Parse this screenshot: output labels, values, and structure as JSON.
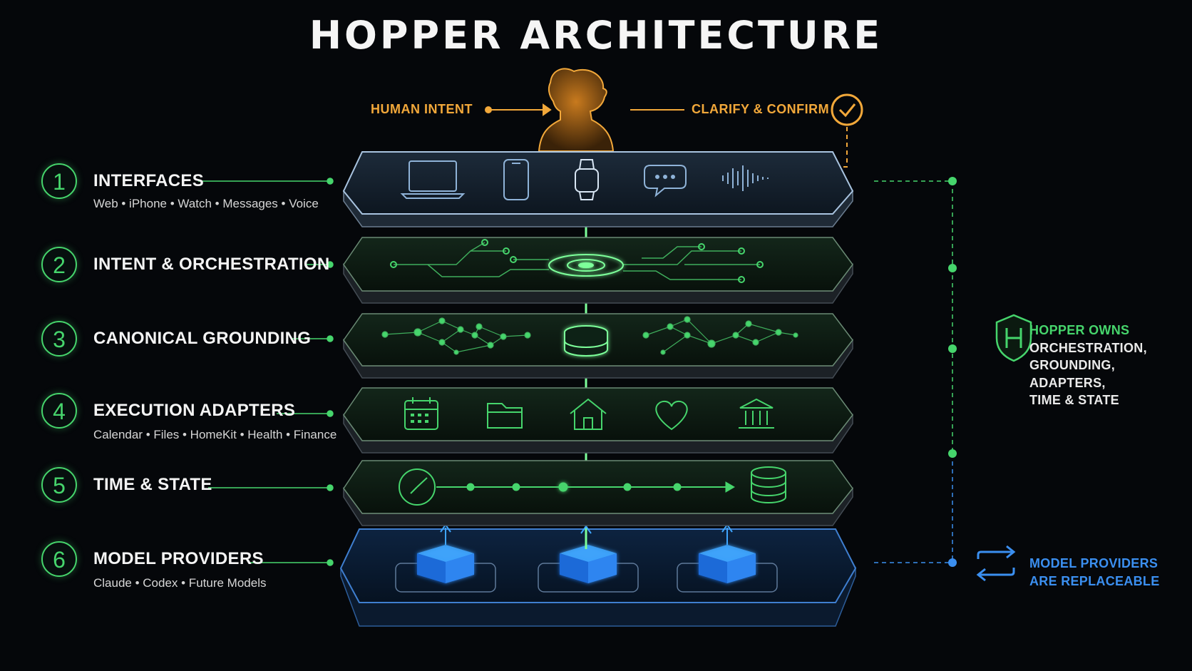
{
  "title": "HOPPER ARCHITECTURE",
  "human_intent_label": "HUMAN INTENT",
  "clarify_label": "CLARIFY & CONFIRM",
  "layers": [
    {
      "number": "1",
      "name": "INTERFACES",
      "sub": "Web • iPhone • Watch • Messages • Voice"
    },
    {
      "number": "2",
      "name": "INTENT & ORCHESTRATION",
      "sub": ""
    },
    {
      "number": "3",
      "name": "CANONICAL GROUNDING",
      "sub": ""
    },
    {
      "number": "4",
      "name": "EXECUTION ADAPTERS",
      "sub": "Calendar • Files • HomeKit • Health • Finance"
    },
    {
      "number": "5",
      "name": "TIME & STATE",
      "sub": ""
    },
    {
      "number": "6",
      "name": "MODEL PROVIDERS",
      "sub": "Claude • Codex • Future Models"
    }
  ],
  "owns": {
    "heading": "HOPPER OWNS",
    "lines": [
      "ORCHESTRATION,",
      "GROUNDING,",
      "ADAPTERS,",
      "TIME & STATE"
    ]
  },
  "replaceable": {
    "line1": "MODEL PROVIDERS",
    "line2": "ARE REPLACEABLE"
  },
  "icons": {
    "interfaces": [
      "laptop-icon",
      "iphone-icon",
      "watch-icon",
      "messages-icon",
      "voice-waveform-icon"
    ],
    "adapters": [
      "calendar-icon",
      "folder-icon",
      "home-icon",
      "heart-icon",
      "bank-icon"
    ],
    "misc": [
      "person-silhouette-icon",
      "check-circle-icon",
      "shield-h-icon",
      "swap-arrows-icon",
      "database-icon",
      "clock-icon",
      "model-cube-icon"
    ]
  },
  "colors": {
    "accent_green": "#46d56c",
    "accent_orange": "#f2a83a",
    "accent_blue": "#3b8ff0",
    "background": "#05070a"
  }
}
